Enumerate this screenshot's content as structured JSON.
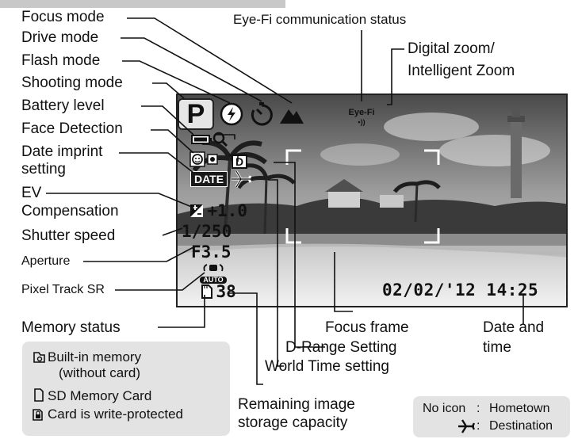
{
  "labels": {
    "focus_mode": "Focus mode",
    "drive_mode": "Drive mode",
    "flash_mode": "Flash mode",
    "shooting_mode": "Shooting mode",
    "battery_level": "Battery level",
    "face_detection": "Face Detection",
    "date_imprint_1": "Date imprint",
    "date_imprint_2": "setting",
    "ev_1": "EV",
    "ev_2": "Compensation",
    "shutter_speed": "Shutter speed",
    "aperture": "Aperture",
    "pixel_track": "Pixel Track SR",
    "memory_status": "Memory status",
    "eyefi_status": "Eye-Fi communication status",
    "digital_zoom_1": "Digital zoom/",
    "digital_zoom_2": "Intelligent Zoom",
    "focus_frame": "Focus frame",
    "d_range": "D-Range Setting",
    "world_time": "World Time setting",
    "remaining_1": "Remaining image",
    "remaining_2": "storage capacity",
    "date_time_1": "Date and",
    "date_time_2": "time"
  },
  "osd": {
    "mode": "P",
    "eyefi": "Eye-Fi",
    "eyefi_signal": "•))",
    "d_icon": "D",
    "date_badge": "DATE",
    "ev_value": "+1.0",
    "shutter": "1/250",
    "aperture": "F3.5",
    "sr_auto": "AUTO",
    "remaining": "38",
    "datetime": "02/02/'12 14:25"
  },
  "memory_panel": {
    "builtin_1": "Built-in memory",
    "builtin_2": "(without card)",
    "sd_card": "SD Memory Card",
    "protected": "Card is write-protected"
  },
  "world_time_panel": {
    "no_icon": "No icon",
    "sep1": ":",
    "hometown": "Hometown",
    "sep2": ":",
    "destination": "Destination"
  }
}
